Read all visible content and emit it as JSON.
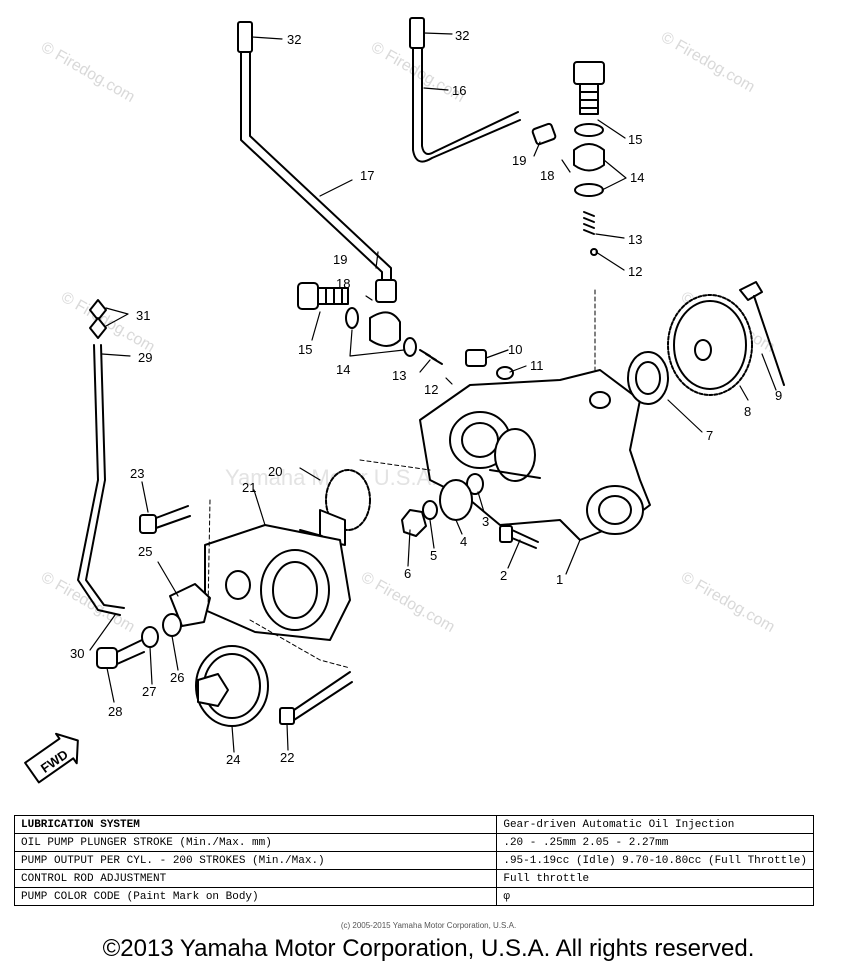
{
  "callouts": {
    "c1": "1",
    "c2": "2",
    "c3": "3",
    "c4": "4",
    "c5": "5",
    "c6": "6",
    "c7": "7",
    "c8": "8",
    "c9": "9",
    "c10": "10",
    "c11": "11",
    "c12a": "12",
    "c12b": "12",
    "c13a": "13",
    "c13b": "13",
    "c14a": "14",
    "c14b": "14",
    "c15a": "15",
    "c15b": "15",
    "c16": "16",
    "c17": "17",
    "c18a": "18",
    "c18b": "18",
    "c19a": "19",
    "c19b": "19",
    "c20": "20",
    "c21": "21",
    "c22": "22",
    "c23": "23",
    "c24": "24",
    "c25": "25",
    "c26": "26",
    "c27": "27",
    "c28": "28",
    "c29": "29",
    "c30": "30",
    "c31": "31",
    "c32a": "32",
    "c32b": "32"
  },
  "fwd_label": "FWD",
  "watermark_site": "© Firedog.com",
  "watermark_brand": "Yamaha Motor U.S.A.",
  "spec_table": {
    "rows": [
      {
        "label": "LUBRICATION SYSTEM",
        "value": "Gear-driven Automatic Oil Injection"
      },
      {
        "label": "OIL PUMP PLUNGER STROKE (Min./Max. mm)",
        "value": ".20 - .25mm          2.05 - 2.27mm"
      },
      {
        "label": "PUMP OUTPUT PER CYL. - 200 STROKES (Min./Max.)",
        "value": ".95-1.19cc (Idle) 9.70-10.80cc (Full Throttle)"
      },
      {
        "label": "CONTROL ROD ADJUSTMENT",
        "value": "Full throttle"
      },
      {
        "label": "PUMP COLOR CODE (Paint Mark on Body)",
        "value": "φ"
      }
    ]
  },
  "inner_copyright": "(c) 2005-2015 Yamaha Motor Corporation, U.S.A.",
  "copyright": "©2013 Yamaha Motor Corporation, U.S.A. All rights reserved."
}
